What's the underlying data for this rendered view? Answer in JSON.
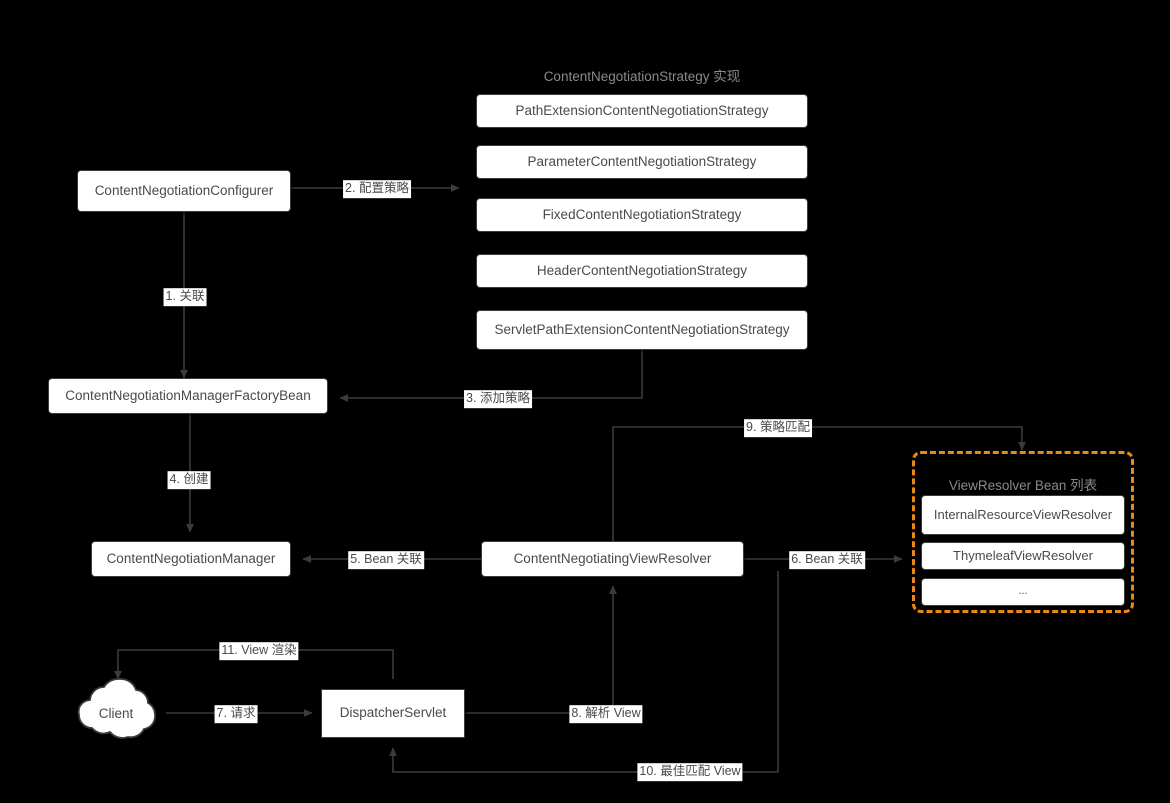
{
  "diagram": {
    "title": "Spring MVC ContentNegotiation flow",
    "background": "#000000",
    "accent_orange": "#e8891a",
    "node_fill": "#ffffff",
    "node_border": "#3b3b3b",
    "text_color": "#4a4a4a",
    "muted_text_color": "#8a8a8a",
    "wire_color": "#3b3b3b"
  },
  "sections": {
    "strategy_group_title": "ContentNegotiationStrategy 实现",
    "viewresolver_group_title": "ViewResolver Bean 列表"
  },
  "strategies": [
    {
      "label": "PathExtensionContentNegotiationStrategy"
    },
    {
      "label": "ParameterContentNegotiationStrategy"
    },
    {
      "label": "FixedContentNegotiationStrategy"
    },
    {
      "label": "HeaderContentNegotiationStrategy"
    },
    {
      "label": "ServletPathExtensionContentNegotiationStrategy"
    }
  ],
  "viewresolvers": [
    {
      "label": "InternalResourceViewResolver"
    },
    {
      "label": "ThymeleafViewResolver"
    },
    {
      "label": "..."
    }
  ],
  "nodes": {
    "configurer": "ContentNegotiationConfigurer",
    "factory_bean": "ContentNegotiationManagerFactoryBean",
    "manager": "ContentNegotiationManager",
    "cnvr": "ContentNegotiatingViewResolver",
    "dispatcher": "DispatcherServlet",
    "client": "Client"
  },
  "edges": [
    {
      "id": "e1",
      "label": "1. 关联"
    },
    {
      "id": "e2",
      "label": "2. 配置策略"
    },
    {
      "id": "e3",
      "label": "3. 添加策略"
    },
    {
      "id": "e4",
      "label": "4. 创建"
    },
    {
      "id": "e5",
      "label": "5. Bean 关联"
    },
    {
      "id": "e6",
      "label": "6. Bean 关联"
    },
    {
      "id": "e7",
      "label": "7. 请求"
    },
    {
      "id": "e8",
      "label": "8. 解析 View"
    },
    {
      "id": "e9",
      "label": "9. 策略匹配"
    },
    {
      "id": "e10",
      "label": "10. 最佳匹配 View"
    },
    {
      "id": "e11",
      "label": "11. View 渲染"
    }
  ]
}
